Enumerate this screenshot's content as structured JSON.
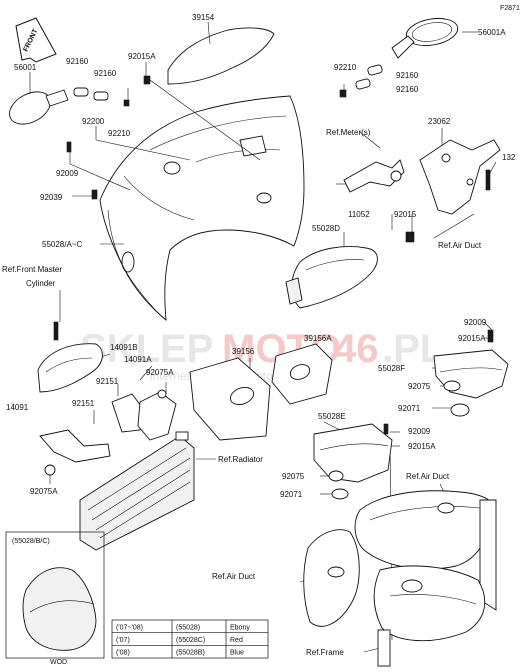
{
  "figure_id": "F2871",
  "front_label": "FRONT",
  "watermark": {
    "part1": "SKLEP",
    "part2": "MOTO",
    "part3": "46",
    "part4": ".PL",
    "sub": "internetowy sklep motocyklowy"
  },
  "labels": {
    "p39154": "39154",
    "p56001A": "56001A",
    "p56001": "56001",
    "p92160a": "92160",
    "p92160b": "92160",
    "p92015A_top": "92015A",
    "p92210a": "92210",
    "p92160c": "92160",
    "p92160d": "92160",
    "p92200": "92200",
    "p92210b": "92210",
    "ref_meter": "Ref.Meter(s)",
    "p23062": "23062",
    "p132": "132",
    "p92009a": "92009",
    "p92039": "92039",
    "p11052": "11052",
    "p92015": "92015",
    "p55028D": "55028D",
    "ref_air_duct_1": "Ref.Air Duct",
    "p55028_AC": "55028/A~C",
    "ref_front_master": "Ref.Front Master",
    "cylinder": "Cylinder",
    "p92009b": "92009",
    "p92015A_b": "92015A",
    "p14091B": "14091B",
    "p39156A": "39156A",
    "p14091A": "14091A",
    "p39156": "39156",
    "p55028F": "55028F",
    "p92151a": "92151",
    "p92075A_a": "92075A",
    "p92075a": "92075",
    "p14091": "14091",
    "p92151b": "92151",
    "p92071a": "92071",
    "ref_radiator": "Ref.Radiator",
    "p55028E": "55028E",
    "p92009c": "92009",
    "p92015A_c": "92015A",
    "p92075A_b": "92075A",
    "p92075b": "92075",
    "ref_air_duct_2": "Ref.Air Duct",
    "p92071b": "92071",
    "ref_air_duct_3": "Ref.Air Duct",
    "ref_frame": "Ref.Frame",
    "inset_title": "(55028/B/C)",
    "inset_caption": "WOD"
  },
  "color_table": [
    {
      "year": "('07~'08)",
      "part": "(55028)",
      "color": "Ebony"
    },
    {
      "year": "('07)",
      "part": "(55028C)",
      "color": "Red"
    },
    {
      "year": "('08)",
      "part": "(55028B)",
      "color": "Blue"
    }
  ]
}
